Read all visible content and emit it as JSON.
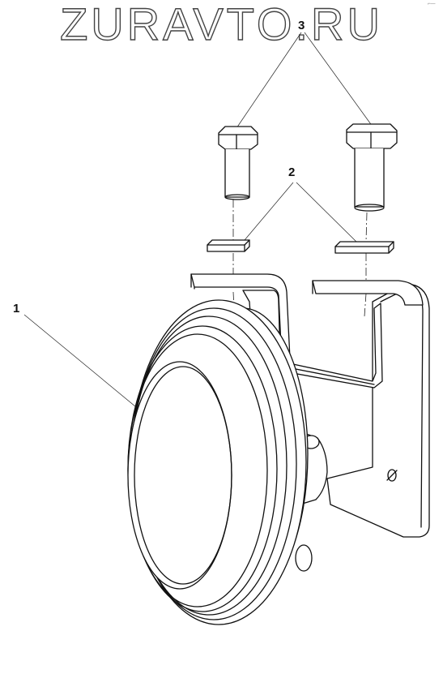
{
  "watermark": {
    "text": "ZURAVTO.RU"
  },
  "callouts": {
    "part1": "1",
    "part2": "2",
    "part3": "3"
  },
  "corner_mark": "⌐—",
  "colors": {
    "line": "#111111",
    "background": "#ffffff",
    "watermark_outline": "#444444"
  }
}
